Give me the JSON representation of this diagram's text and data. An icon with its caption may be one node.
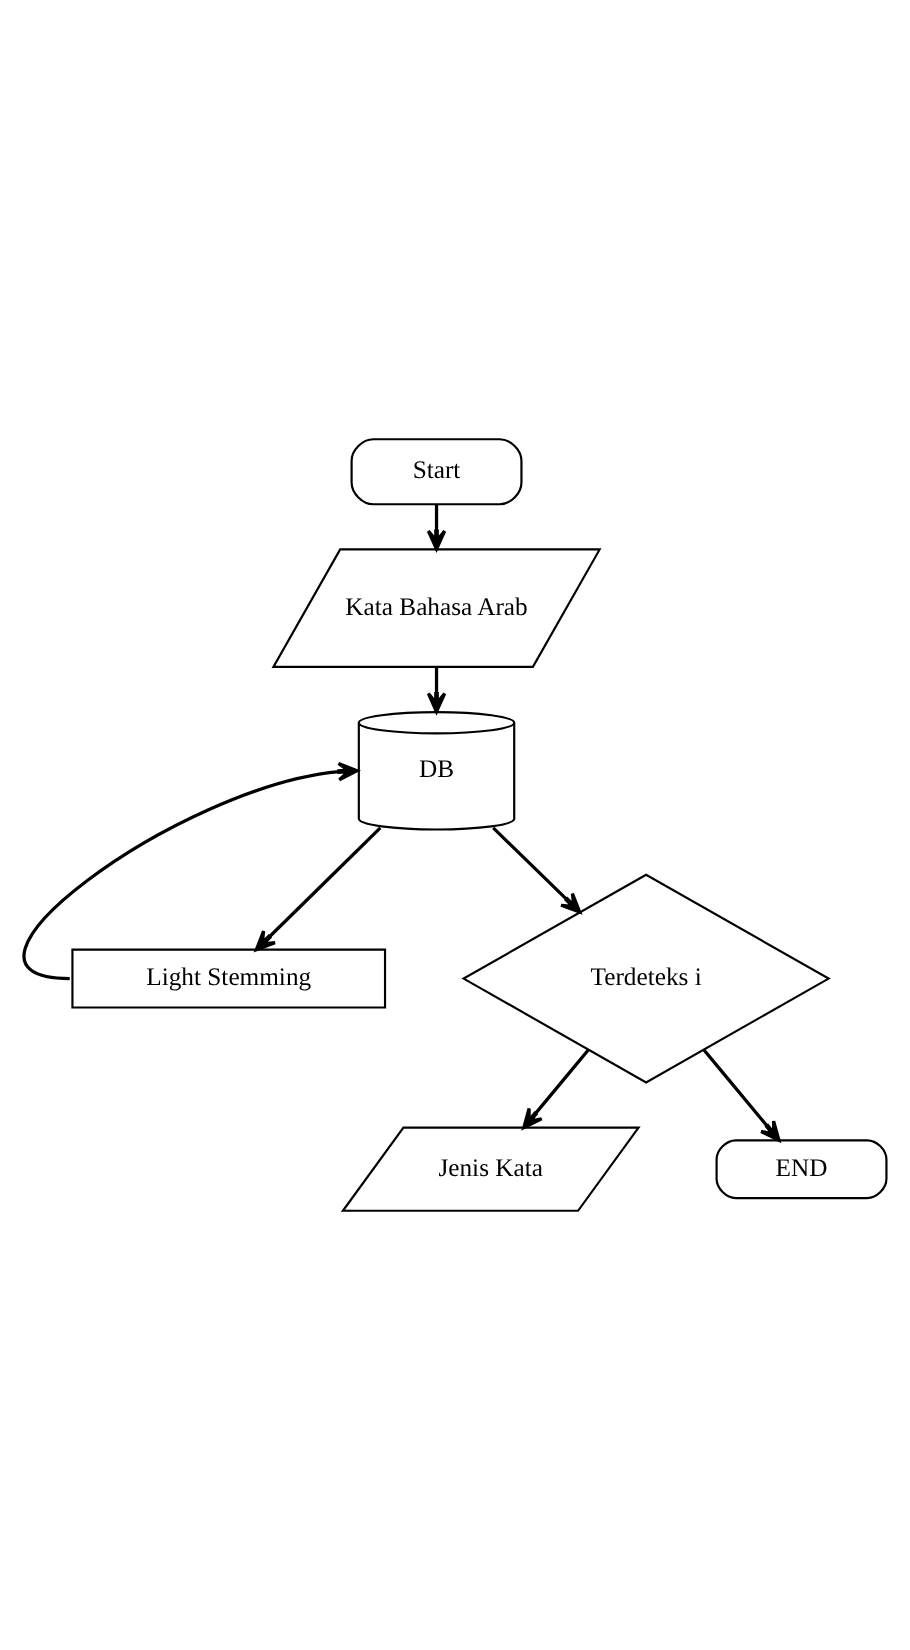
{
  "diagram": {
    "nodes": [
      {
        "text": [
          "Start"
        ]
      },
      {
        "text": [
          "Kata Bahasa Arab"
        ]
      },
      {
        "text": [
          "DB"
        ]
      },
      {
        "text": [
          "Light Stemming"
        ]
      },
      {
        "text": [
          "Terdeteks i"
        ]
      },
      {
        "text": [
          "Jenis Kata"
        ]
      },
      {
        "text": [
          "END"
        ]
      }
    ],
    "edges": [
      {
        "from": 0,
        "to": 1,
        "arrow": "to"
      },
      {
        "from": 1,
        "to": 2,
        "arrow": "to"
      },
      {
        "from": 2,
        "to": 3,
        "arrow": "to"
      },
      {
        "from": 3,
        "to": 2,
        "arrow": "to"
      },
      {
        "from": 2,
        "to": 4,
        "arrow": "to"
      },
      {
        "from": 4,
        "to": 5,
        "arrow": "to"
      },
      {
        "from": 4,
        "to": 6,
        "arrow": "to"
      }
    ]
  }
}
